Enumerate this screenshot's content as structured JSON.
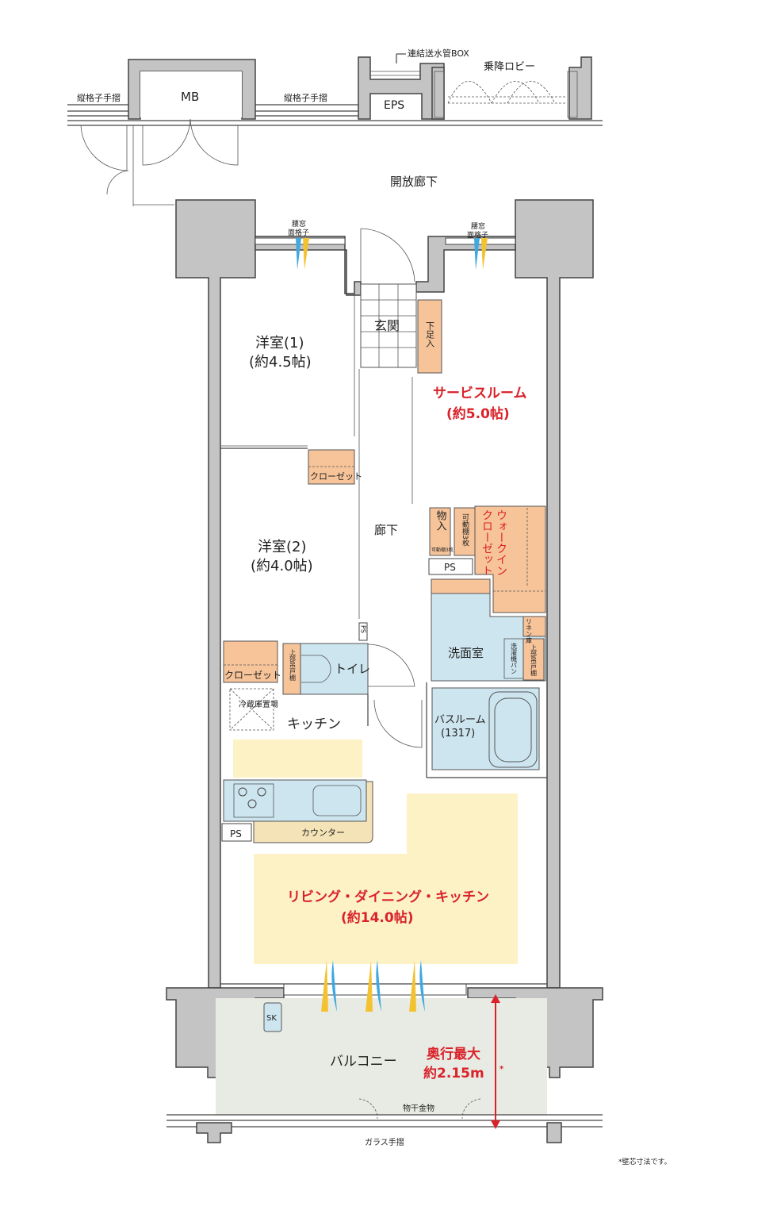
{
  "corridor": {
    "handrail_left": "縦格子手摺",
    "mb": "MB",
    "handrail_mid": "縦格子手摺",
    "water_pipe_box": "連結送水管BOX",
    "eps": "EPS",
    "lobby": "乗降ロビー",
    "open_corridor": "開放廊下"
  },
  "windows": {
    "label_line1": "腰窓",
    "label_line2": "面格子"
  },
  "rooms": {
    "western1": {
      "name": "洋室(1)",
      "size": "(約4.5帖)"
    },
    "western2": {
      "name": "洋室(2)",
      "size": "(約4.0帖)"
    },
    "entrance": "玄関",
    "shoe_box": "下足入",
    "service_room": {
      "name": "サービスルーム",
      "size": "(約5.0帖)"
    },
    "closet1": "クローゼット",
    "closet2": "クローゼット",
    "hallway": "廊下",
    "storage": "物入",
    "storage_shelf": "可動棚3枚",
    "shelf": "可動棚3枚",
    "walk_in_closet": "ウォークインクローゼット",
    "ps1": "PS",
    "ps2": "PS",
    "ps3": "PS",
    "washroom": "洗面室",
    "linen": "リネン庫",
    "upper_cabinet": "上部吊戸棚",
    "washer_pan": "洗濯機パン",
    "toilet": "トイレ",
    "toilet_cabinet": "上部吊戸棚",
    "fridge": "冷蔵庫置場",
    "kitchen": "キッチン",
    "bathroom": {
      "name": "バスルーム",
      "size": "(1317)"
    },
    "counter": "カウンター",
    "ldk": {
      "name": "リビング・ダイニング・キッチン",
      "size": "(約14.0帖)"
    },
    "balcony": "バルコニー",
    "sk": "SK",
    "clothes_hanger": "物干金物",
    "glass_rail": "ガラス手摺",
    "depth_label": "奥行最大",
    "depth_value": "約2.15m",
    "depth_mark": "*"
  },
  "footnote": "*壁芯寸法です。",
  "colors": {
    "wall": "#c4c4c4",
    "storage": "#f7c49a",
    "wet": "#cde5ef",
    "ldk": "#fdf2c6",
    "balcony": "#e8ebe3",
    "accent": "#d9222a"
  }
}
